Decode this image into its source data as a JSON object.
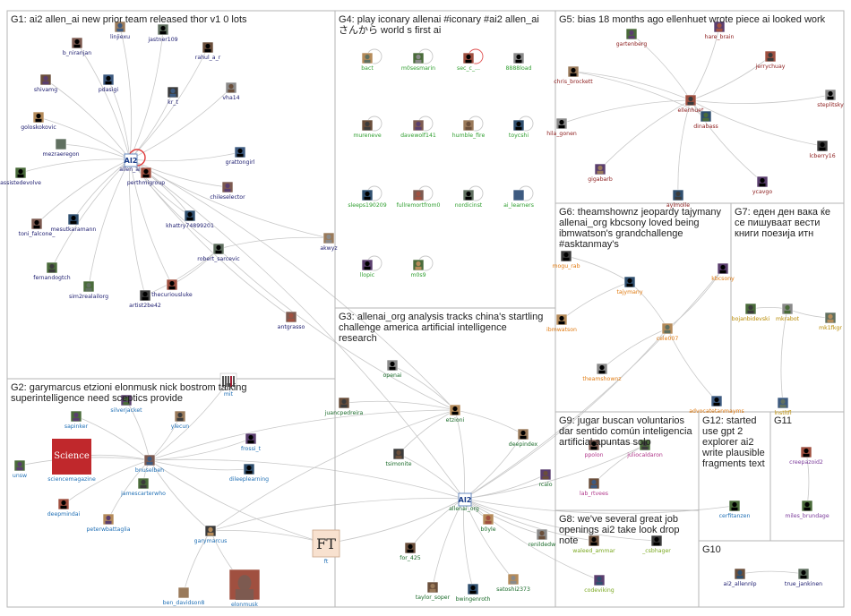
{
  "groups": [
    {
      "id": "G1",
      "title": [
        "G1: ai2 allen_ai new prior team released thor v1 0 lots"
      ]
    },
    {
      "id": "G2",
      "title": [
        "G2: garymarcus etzioni elonmusk nick bostrom talking",
        "superintelligence need sceptics provide"
      ]
    },
    {
      "id": "G3",
      "title": [
        "G3: allenai_org analysis tracks china's startling",
        "challenge america artificial intelligence",
        "research"
      ]
    },
    {
      "id": "G4",
      "title": [
        "G4: play iconary allenai #iconary #ai2 allen_ai",
        "さんから world s first ai"
      ]
    },
    {
      "id": "G5",
      "title": [
        "G5: bias 18 months ago ellenhuet wrote piece ai looked work"
      ]
    },
    {
      "id": "G6",
      "title": [
        "G6: theamshownz jeopardy tajymany",
        "allenai_org kbcsony loved being",
        "ibmwatson's grandchallenge",
        "#asktanmay's"
      ]
    },
    {
      "id": "G7",
      "title": [
        "G7: еден ден вака ќе",
        "се пишуваат вести",
        "книги поезија итн"
      ]
    },
    {
      "id": "G8",
      "title": [
        "G8: we've several great job",
        "openings ai2 take look drop",
        "note"
      ]
    },
    {
      "id": "G9",
      "title": [
        "G9: jugar buscan voluntarios",
        "dar sentido común inteligencia",
        "artificial apuntas solo"
      ]
    },
    {
      "id": "G10",
      "title": [
        "G10"
      ]
    },
    {
      "id": "G11",
      "title": [
        "G11"
      ]
    },
    {
      "id": "G12",
      "title": [
        "G12: started",
        "use gpt 2",
        "explorer ai2",
        "write plausible",
        "fragments text"
      ]
    }
  ],
  "node_colors": {
    "G1": "#1a1a6e",
    "G2": "#1f6fb5",
    "G3": "#1a6b2a",
    "G4": "#2e9e2e",
    "G5": "#8b1a1a",
    "G6": "#e07a10",
    "G7": "#b88a00",
    "G8": "#7aa820",
    "G9": "#b0368a",
    "G10": "#1a1a6e",
    "G11": "#7a3a9a",
    "G12": "#1f6fb5"
  },
  "nodes": [
    {
      "id": "allen_ai",
      "label": "allen_ai",
      "group": "G1",
      "icon": "ai2-logo"
    },
    {
      "id": "b_niranjan",
      "label": "b_niranjan",
      "group": "G1",
      "icon": "avatar"
    },
    {
      "id": "linjiexu",
      "label": "linjiexu",
      "group": "G1",
      "icon": "avatar"
    },
    {
      "id": "jastner109",
      "label": "jastner109",
      "group": "G1",
      "icon": "avatar"
    },
    {
      "id": "rahul_a_r",
      "label": "rahul_a_r",
      "group": "G1",
      "icon": "avatar"
    },
    {
      "id": "shivamg",
      "label": "shivamg",
      "group": "G1",
      "icon": "avatar"
    },
    {
      "id": "pdasigi",
      "label": "pdasigi",
      "group": "G1",
      "icon": "avatar"
    },
    {
      "id": "kr_t",
      "label": "kr_t",
      "group": "G1",
      "icon": "avatar"
    },
    {
      "id": "vha14",
      "label": "vha14",
      "group": "G1",
      "icon": "avatar"
    },
    {
      "id": "goloskokovic",
      "label": "goloskokovic",
      "group": "G1",
      "icon": "avatar"
    },
    {
      "id": "mezraeregon",
      "label": "mezraeregon",
      "group": "G1",
      "icon": "avatar"
    },
    {
      "id": "grattongirl",
      "label": "grattongirl",
      "group": "G1",
      "icon": "avatar"
    },
    {
      "id": "perthmigroup",
      "label": "perthmigroup",
      "group": "G1",
      "icon": "avatar"
    },
    {
      "id": "assistedevolve",
      "label": "assistedevolve",
      "group": "G1",
      "icon": "avatar"
    },
    {
      "id": "chileselector",
      "label": "chileselector",
      "group": "G1",
      "icon": "avatar"
    },
    {
      "id": "khattry74899201",
      "label": "khattry74899201",
      "group": "G1",
      "icon": "avatar"
    },
    {
      "id": "toni_falcone_",
      "label": "toni_falcone_",
      "group": "G1",
      "icon": "avatar"
    },
    {
      "id": "mesutkaramann",
      "label": "mesutkaramann",
      "group": "G1",
      "icon": "avatar"
    },
    {
      "id": "robert_sarcevic",
      "label": "robert_sarcevic",
      "group": "G1",
      "icon": "avatar"
    },
    {
      "id": "akwyz",
      "label": "akwyz",
      "group": "G1",
      "icon": "avatar"
    },
    {
      "id": "fernandogtch",
      "label": "fernandogtch",
      "group": "G1",
      "icon": "avatar"
    },
    {
      "id": "thecuriousluke",
      "label": "thecuriousluke",
      "group": "G1",
      "icon": "avatar"
    },
    {
      "id": "sim2realailorg",
      "label": "sim2realailorg",
      "group": "G1",
      "icon": "avatar"
    },
    {
      "id": "artist2be42",
      "label": "artist2be42",
      "group": "G1",
      "icon": "avatar"
    },
    {
      "id": "antgrasso",
      "label": "antgrasso",
      "group": "G1",
      "icon": "avatar"
    },
    {
      "id": "mit",
      "label": "mit",
      "group": "G2",
      "icon": "mit-logo"
    },
    {
      "id": "silverjacket",
      "label": "silverjacket",
      "group": "G2",
      "icon": "avatar"
    },
    {
      "id": "sapinker",
      "label": "sapinker",
      "group": "G2",
      "icon": "avatar"
    },
    {
      "id": "ylecun",
      "label": "ylecun",
      "group": "G2",
      "icon": "avatar"
    },
    {
      "id": "sciencemagazine",
      "label": "sciencemagazine",
      "group": "G2",
      "icon": "science-logo"
    },
    {
      "id": "frossi_t",
      "label": "frossi_t",
      "group": "G2",
      "icon": "avatar"
    },
    {
      "id": "unsw",
      "label": "unsw",
      "group": "G2",
      "icon": "avatar"
    },
    {
      "id": "bnuselbeh",
      "label": "bnuselbeh",
      "group": "G2",
      "icon": "avatar"
    },
    {
      "id": "jamescarterwho",
      "label": "jamescarterwho",
      "group": "G2",
      "icon": "avatar"
    },
    {
      "id": "dileeplearning",
      "label": "dileeplearning",
      "group": "G2",
      "icon": "avatar"
    },
    {
      "id": "deepmindai",
      "label": "deepmindai",
      "group": "G2",
      "icon": "avatar"
    },
    {
      "id": "peterwbattaglia",
      "label": "peterwbattaglia",
      "group": "G2",
      "icon": "avatar"
    },
    {
      "id": "garymarcus",
      "label": "garymarcus",
      "group": "G2",
      "icon": "avatar"
    },
    {
      "id": "ft",
      "label": "ft",
      "group": "G2",
      "icon": "ft-logo"
    },
    {
      "id": "ben_davidson8",
      "label": "ben_davidson8",
      "group": "G2",
      "icon": "avatar"
    },
    {
      "id": "elonmusk",
      "label": "elonmusk",
      "group": "G2",
      "icon": "avatar"
    },
    {
      "id": "openai",
      "label": "openai",
      "group": "G3",
      "icon": "avatar"
    },
    {
      "id": "juancpedreira",
      "label": "juancpedreira",
      "group": "G3",
      "icon": "avatar"
    },
    {
      "id": "etzioni",
      "label": "etzioni",
      "group": "G3",
      "icon": "avatar"
    },
    {
      "id": "tsimonite",
      "label": "tsimonite",
      "group": "G3",
      "icon": "avatar"
    },
    {
      "id": "deepindex",
      "label": "deepindex",
      "group": "G3",
      "icon": "avatar"
    },
    {
      "id": "allenai_org",
      "label": "allenai_org",
      "group": "G3",
      "icon": "ai2-logo"
    },
    {
      "id": "rcalo",
      "label": "rcalo",
      "group": "G3",
      "icon": "avatar"
    },
    {
      "id": "b0yle",
      "label": "b0yle",
      "group": "G3",
      "icon": "avatar"
    },
    {
      "id": "renildedw",
      "label": "renildedw",
      "group": "G3",
      "icon": "avatar"
    },
    {
      "id": "for_425",
      "label": "for_425",
      "group": "G3",
      "icon": "avatar"
    },
    {
      "id": "taylor_soper",
      "label": "taylor_soper",
      "group": "G3",
      "icon": "avatar"
    },
    {
      "id": "bwingenroth",
      "label": "bwingenroth",
      "group": "G3",
      "icon": "avatar"
    },
    {
      "id": "satoshi2373",
      "label": "satoshi2373",
      "group": "G3",
      "icon": "avatar"
    },
    {
      "id": "bact",
      "label": "bact",
      "group": "G4",
      "icon": "avatar"
    },
    {
      "id": "m0sesmarin",
      "label": "m0sesmarin",
      "group": "G4",
      "icon": "avatar"
    },
    {
      "id": "sec_c_",
      "label": "sec_c_...",
      "group": "G4",
      "icon": "avatar"
    },
    {
      "id": "8888load",
      "label": "8888load",
      "group": "G4",
      "icon": "avatar"
    },
    {
      "id": "mureneve",
      "label": "mureneve",
      "group": "G4",
      "icon": "avatar"
    },
    {
      "id": "davewolf141",
      "label": "davewolf141",
      "group": "G4",
      "icon": "avatar"
    },
    {
      "id": "humble_fire",
      "label": "humble_fire",
      "group": "G4",
      "icon": "avatar"
    },
    {
      "id": "toycshi",
      "label": "toycshi",
      "group": "G4",
      "icon": "avatar"
    },
    {
      "id": "sleeps190209",
      "label": "sleeps190209",
      "group": "G4",
      "icon": "avatar"
    },
    {
      "id": "fullremortfrom0",
      "label": "fullremortfrom0",
      "group": "G4",
      "icon": "avatar"
    },
    {
      "id": "nordicinst",
      "label": "nordicinst",
      "group": "G4",
      "icon": "avatar"
    },
    {
      "id": "ai_learners",
      "label": "ai_learners",
      "group": "G4",
      "icon": "avatar"
    },
    {
      "id": "llopic",
      "label": "llopic",
      "group": "G4",
      "icon": "avatar"
    },
    {
      "id": "m0s9",
      "label": "m0s9",
      "group": "G4",
      "icon": "avatar"
    },
    {
      "id": "gartenberg",
      "label": "gartenberg",
      "group": "G5",
      "icon": "avatar"
    },
    {
      "id": "hare_brain",
      "label": "hare_brain",
      "group": "G5",
      "icon": "avatar"
    },
    {
      "id": "jerrychuay",
      "label": "jerrychuay",
      "group": "G5",
      "icon": "avatar"
    },
    {
      "id": "chris_brockett",
      "label": "chris_brockett",
      "group": "G5",
      "icon": "avatar"
    },
    {
      "id": "ellenhuet",
      "label": "ellenhuet",
      "group": "G5",
      "icon": "avatar"
    },
    {
      "id": "steplitsky",
      "label": "steplitsky",
      "group": "G5",
      "icon": "avatar"
    },
    {
      "id": "dinabass",
      "label": "dinabass",
      "group": "G5",
      "icon": "avatar"
    },
    {
      "id": "hila_gonen",
      "label": "hila_gonen",
      "group": "G5",
      "icon": "avatar"
    },
    {
      "id": "lcberry16",
      "label": "lcberry16",
      "group": "G5",
      "icon": "avatar"
    },
    {
      "id": "gigabarb",
      "label": "gigabarb",
      "group": "G5",
      "icon": "avatar"
    },
    {
      "id": "aylmolle",
      "label": "aylmolle",
      "group": "G5",
      "icon": "avatar"
    },
    {
      "id": "ycavgo",
      "label": "ycavgo",
      "group": "G5",
      "icon": "avatar"
    },
    {
      "id": "mogu_rab",
      "label": "mogu_rab",
      "group": "G6",
      "icon": "avatar"
    },
    {
      "id": "tajymany",
      "label": "tajymany",
      "group": "G6",
      "icon": "avatar"
    },
    {
      "id": "kbcsony",
      "label": "kbcsony",
      "group": "G6",
      "icon": "avatar"
    },
    {
      "id": "ibmwatson",
      "label": "ibmwatson",
      "group": "G6",
      "icon": "avatar"
    },
    {
      "id": "cele007",
      "label": "cele007",
      "group": "G6",
      "icon": "avatar"
    },
    {
      "id": "theamshownz",
      "label": "theamshownz",
      "group": "G6",
      "icon": "avatar"
    },
    {
      "id": "advocatetanmayms",
      "label": "advocatetanmayms",
      "group": "G6",
      "icon": "avatar"
    },
    {
      "id": "bojanbidevski",
      "label": "bojanbidevski",
      "group": "G7",
      "icon": "avatar"
    },
    {
      "id": "mkrabot",
      "label": "mkrabot",
      "group": "G7",
      "icon": "avatar"
    },
    {
      "id": "mk1fkgr",
      "label": "mk1fkgr",
      "group": "G7",
      "icon": "avatar"
    },
    {
      "id": "lnstltfl",
      "label": "lnstltfl",
      "group": "G7",
      "icon": "avatar"
    },
    {
      "id": "ppolon",
      "label": "ppolon",
      "group": "G9",
      "icon": "avatar"
    },
    {
      "id": "juliocaldaron",
      "label": "juliocaldaron",
      "group": "G9",
      "icon": "avatar"
    },
    {
      "id": "lab_rtvees",
      "label": "lab_rtvees",
      "group": "G9",
      "icon": "avatar"
    },
    {
      "id": "waleed_ammar",
      "label": "waleed_ammar",
      "group": "G8",
      "icon": "avatar"
    },
    {
      "id": "_csbhager",
      "label": "_csbhager",
      "group": "G8",
      "icon": "avatar"
    },
    {
      "id": "codeviking",
      "label": "codeviking",
      "group": "G8",
      "icon": "avatar"
    },
    {
      "id": "cerfitanzen",
      "label": "cerfitanzen",
      "group": "G12",
      "icon": "avatar"
    },
    {
      "id": "creepazoid2",
      "label": "creepazoid2",
      "group": "G11",
      "icon": "avatar"
    },
    {
      "id": "miles_brundage",
      "label": "miles_brundage",
      "group": "G11",
      "icon": "avatar"
    },
    {
      "id": "ai2_allennlp",
      "label": "ai2_allennlp",
      "group": "G10",
      "icon": "avatar"
    },
    {
      "id": "true_jankinen",
      "label": "true_jankinen",
      "group": "G10",
      "icon": "avatar"
    }
  ],
  "self_loops": [
    "allen_ai",
    "bact",
    "m0sesmarin",
    "sec_c_",
    "mureneve",
    "davewolf141",
    "humble_fire",
    "toycshi",
    "sleeps190209",
    "fullremortfrom0",
    "nordicinst",
    "ai_learners",
    "llopic",
    "m0s9"
  ],
  "edges": [
    [
      "b_niranjan",
      "allen_ai"
    ],
    [
      "linjiexu",
      "allen_ai"
    ],
    [
      "jastner109",
      "allen_ai"
    ],
    [
      "rahul_a_r",
      "allen_ai"
    ],
    [
      "shivamg",
      "allen_ai"
    ],
    [
      "pdasigi",
      "allen_ai"
    ],
    [
      "kr_t",
      "allen_ai"
    ],
    [
      "vha14",
      "allen_ai"
    ],
    [
      "goloskokovic",
      "allen_ai"
    ],
    [
      "mezraeregon",
      "allen_ai"
    ],
    [
      "grattongirl",
      "allen_ai"
    ],
    [
      "perthmigroup",
      "allen_ai"
    ],
    [
      "assistedevolve",
      "allen_ai"
    ],
    [
      "chileselector",
      "allen_ai"
    ],
    [
      "khattry74899201",
      "allen_ai"
    ],
    [
      "toni_falcone_",
      "allen_ai"
    ],
    [
      "mesutkaramann",
      "allen_ai"
    ],
    [
      "robert_sarcevic",
      "allen_ai"
    ],
    [
      "akwyz",
      "allen_ai"
    ],
    [
      "fernandogtch",
      "allen_ai"
    ],
    [
      "thecuriousluke",
      "allen_ai"
    ],
    [
      "sim2realailorg",
      "allen_ai"
    ],
    [
      "artist2be42",
      "allen_ai"
    ],
    [
      "antgrasso",
      "allen_ai"
    ],
    [
      "robert_sarcevic",
      "akwyz"
    ],
    [
      "robert_sarcevic",
      "thecuriousluke"
    ],
    [
      "robert_sarcevic",
      "artist2be42"
    ],
    [
      "perthmigroup",
      "khattry74899201"
    ],
    [
      "allen_ai",
      "allenai_org"
    ],
    [
      "allen_ai",
      "etzioni"
    ],
    [
      "silverjacket",
      "bnuselbeh"
    ],
    [
      "sapinker",
      "bnuselbeh"
    ],
    [
      "ylecun",
      "bnuselbeh"
    ],
    [
      "sciencemagazine",
      "bnuselbeh"
    ],
    [
      "frossi_t",
      "bnuselbeh"
    ],
    [
      "unsw",
      "bnuselbeh"
    ],
    [
      "jamescarterwho",
      "bnuselbeh"
    ],
    [
      "dileeplearning",
      "bnuselbeh"
    ],
    [
      "deepmindai",
      "bnuselbeh"
    ],
    [
      "peterwbattaglia",
      "bnuselbeh"
    ],
    [
      "garymarcus",
      "bnuselbeh"
    ],
    [
      "ft",
      "bnuselbeh"
    ],
    [
      "ben_davidson8",
      "garymarcus"
    ],
    [
      "elonmusk",
      "garymarcus"
    ],
    [
      "mit",
      "bnuselbeh"
    ],
    [
      "garymarcus",
      "ft"
    ],
    [
      "bnuselbeh",
      "etzioni"
    ],
    [
      "garymarcus",
      "etzioni"
    ],
    [
      "bnuselbeh",
      "allenai_org"
    ],
    [
      "garymarcus",
      "allenai_org"
    ],
    [
      "openai",
      "etzioni"
    ],
    [
      "juancpedreira",
      "etzioni"
    ],
    [
      "tsimonite",
      "etzioni"
    ],
    [
      "etzioni",
      "allenai_org"
    ],
    [
      "deepindex",
      "allenai_org"
    ],
    [
      "rcalo",
      "allenai_org"
    ],
    [
      "b0yle",
      "allenai_org"
    ],
    [
      "renildedw",
      "allenai_org"
    ],
    [
      "for_425",
      "allenai_org"
    ],
    [
      "taylor_soper",
      "allenai_org"
    ],
    [
      "bwingenroth",
      "allenai_org"
    ],
    [
      "satoshi2373",
      "allenai_org"
    ],
    [
      "tsimonite",
      "allenai_org"
    ],
    [
      "etzioni",
      "deepindex"
    ],
    [
      "gartenberg",
      "ellenhuet"
    ],
    [
      "hare_brain",
      "ellenhuet"
    ],
    [
      "jerrychuay",
      "ellenhuet"
    ],
    [
      "chris_brockett",
      "ellenhuet"
    ],
    [
      "steplitsky",
      "ellenhuet"
    ],
    [
      "dinabass",
      "ellenhuet"
    ],
    [
      "hila_gonen",
      "ellenhuet"
    ],
    [
      "lcberry16",
      "ellenhuet"
    ],
    [
      "gigabarb",
      "ellenhuet"
    ],
    [
      "aylmolle",
      "ellenhuet"
    ],
    [
      "ycavgo",
      "ellenhuet"
    ],
    [
      "chris_brockett",
      "dinabass"
    ],
    [
      "mogu_rab",
      "tajymany"
    ],
    [
      "tajymany",
      "cele007"
    ],
    [
      "kbcsony",
      "cele007"
    ],
    [
      "ibmwatson",
      "tajymany"
    ],
    [
      "theamshownz",
      "cele007"
    ],
    [
      "advocatetanmayms",
      "cele007"
    ],
    [
      "cele007",
      "allenai_org"
    ],
    [
      "kbcsony",
      "allenai_org"
    ],
    [
      "bojanbidevski",
      "mkrabot"
    ],
    [
      "mk1fkgr",
      "mkrabot"
    ],
    [
      "lnstltfl",
      "mkrabot"
    ],
    [
      "ppolon",
      "juliocaldaron"
    ],
    [
      "lab_rtvees",
      "juliocaldaron"
    ],
    [
      "juliocaldaron",
      "allenai_org"
    ],
    [
      "waleed_ammar",
      "allenai_org"
    ],
    [
      "_csbhager",
      "allenai_org"
    ],
    [
      "codeviking",
      "allenai_org"
    ],
    [
      "creepazoid2",
      "miles_brundage"
    ],
    [
      "ai2_allennlp",
      "true_jankinen"
    ],
    [
      "cerfitanzen",
      "allenai_org"
    ],
    [
      "etzioni",
      "robert_sarcevic"
    ],
    [
      "allenai_org",
      "ft"
    ]
  ]
}
